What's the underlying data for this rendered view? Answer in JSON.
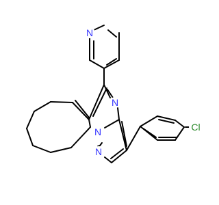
{
  "structure": {
    "colors": {
      "bond": "#000000",
      "nitrogen": "#3333ff",
      "chlorine": "#2e8b2e"
    },
    "atom_labels": [
      {
        "id": "pyridine-n",
        "text": "N",
        "element": "nitrogen"
      },
      {
        "id": "pyrimidine-n",
        "text": "N",
        "element": "nitrogen"
      },
      {
        "id": "bridgehead-n",
        "text": "N",
        "element": "nitrogen"
      },
      {
        "id": "pyrazole-n",
        "text": "N",
        "element": "nitrogen"
      },
      {
        "id": "chloro-cl",
        "text": "Cl",
        "element": "chlorine"
      }
    ]
  }
}
